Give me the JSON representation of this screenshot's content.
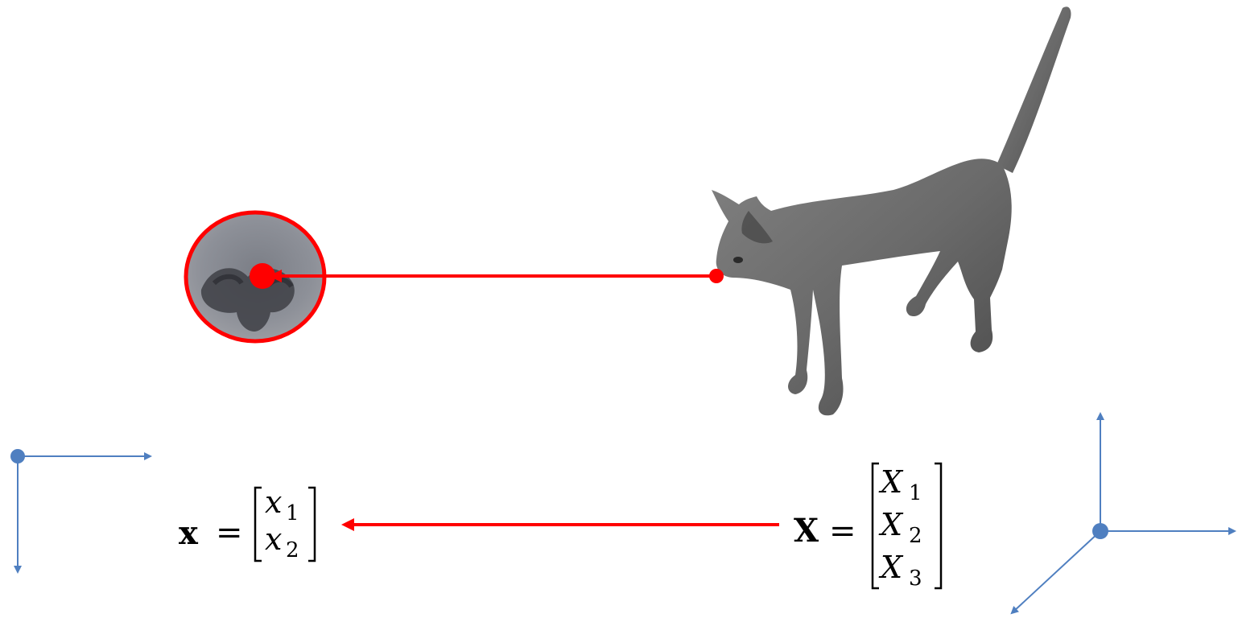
{
  "image_coords": {
    "lhs": "x",
    "equals": "=",
    "entries": [
      {
        "symbol": "x",
        "subscript": "1"
      },
      {
        "symbol": "x",
        "subscript": "2"
      }
    ]
  },
  "world_coords": {
    "lhs": "X",
    "equals": "=",
    "entries": [
      {
        "symbol": "X",
        "subscript": "1"
      },
      {
        "symbol": "X",
        "subscript": "2"
      },
      {
        "symbol": "X",
        "subscript": "3"
      }
    ]
  },
  "colors": {
    "projection_red": "#ff0000",
    "axis_blue": "#4f7fc0",
    "cat_gray": "#6f6f6f",
    "nose_fur": "#8a8c93",
    "nose_dark": "#3a3a3f"
  },
  "icons": {
    "cat": "cat-3d-model-icon",
    "nose": "cat-nose-closeup-icon"
  }
}
